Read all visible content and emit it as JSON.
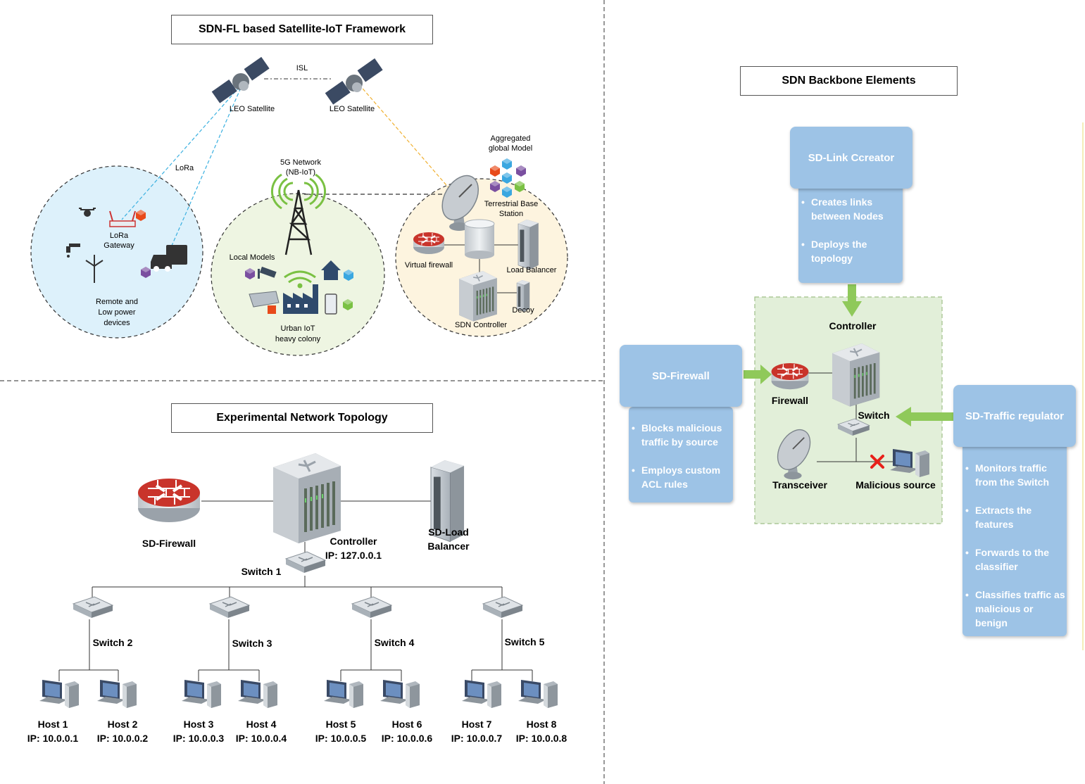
{
  "framework": {
    "title": "SDN-FL based Satellite-IoT Framework",
    "satellite_1": "LEO Satellite",
    "satellite_2": "LEO Satellite",
    "isl": "ISL",
    "lora": "LoRa",
    "lora_gateway": "LoRa\nGateway",
    "remote_devices": "Remote and\nLow power\ndevices",
    "network_5g": "5G Network\n(NB-IoT)",
    "local_models": "Local Models",
    "urban_iot": "Urban IoT\nheavy colony",
    "aggregated_model": "Aggregated\nglobal Model",
    "base_station": "Terrestrial Base\nStation",
    "virtual_firewall": "Virtual firewall",
    "load_balancer": "Load Balancer",
    "decoy": "Decoy",
    "sdn_controller": "SDN Controller"
  },
  "topology": {
    "title": "Experimental Network Topology",
    "firewall": "SD-Firewall",
    "controller": "Controller\nIP: 127.0.0.1",
    "load_balancer": "SD-Load\nBalancer",
    "switch_1": "Switch 1",
    "switches": [
      "Switch 2",
      "Switch 3",
      "Switch 4",
      "Switch 5"
    ],
    "hosts": [
      {
        "name": "Host 1",
        "ip": "IP: 10.0.0.1"
      },
      {
        "name": "Host 2",
        "ip": "IP: 10.0.0.2"
      },
      {
        "name": "Host 3",
        "ip": "IP: 10.0.0.3"
      },
      {
        "name": "Host 4",
        "ip": "IP: 10.0.0.4"
      },
      {
        "name": "Host 5",
        "ip": "IP: 10.0.0.5"
      },
      {
        "name": "Host 6",
        "ip": "IP: 10.0.0.6"
      },
      {
        "name": "Host 7",
        "ip": "IP: 10.0.0.7"
      },
      {
        "name": "Host 8",
        "ip": "IP: 10.0.0.8"
      }
    ]
  },
  "backbone": {
    "title": "SDN Backbone Elements",
    "link_creator": {
      "title": "SD-Link Ccreator",
      "items": [
        "Creates links between Nodes",
        "Deploys the topology"
      ]
    },
    "firewall_panel": {
      "title": "SD-Firewall",
      "items": [
        "Blocks malicious traffic by source",
        "Employs custom ACL rules"
      ]
    },
    "traffic_regulator": {
      "title": "SD-Traffic regulator",
      "items": [
        "Monitors traffic from the Switch",
        "Extracts the features",
        "Forwards to the classifier",
        "Classifies traffic as malicious or benign"
      ]
    },
    "controller": "Controller",
    "firewall": "Firewall",
    "switch": "Switch",
    "transceiver": "Transceiver",
    "malicious_source": "Malicious source"
  },
  "colors": {
    "panel_blue": "#9dc3e6",
    "green_arrow": "#8fc95a",
    "zone_green": "#e2efd9",
    "lora_zone": "#ddf1fb",
    "iot_zone": "#eef5e2",
    "base_zone": "#fdf4df",
    "router_red": "#c0392b",
    "lora_link": "#3ab0e0",
    "sat_link": "#f0b030"
  }
}
